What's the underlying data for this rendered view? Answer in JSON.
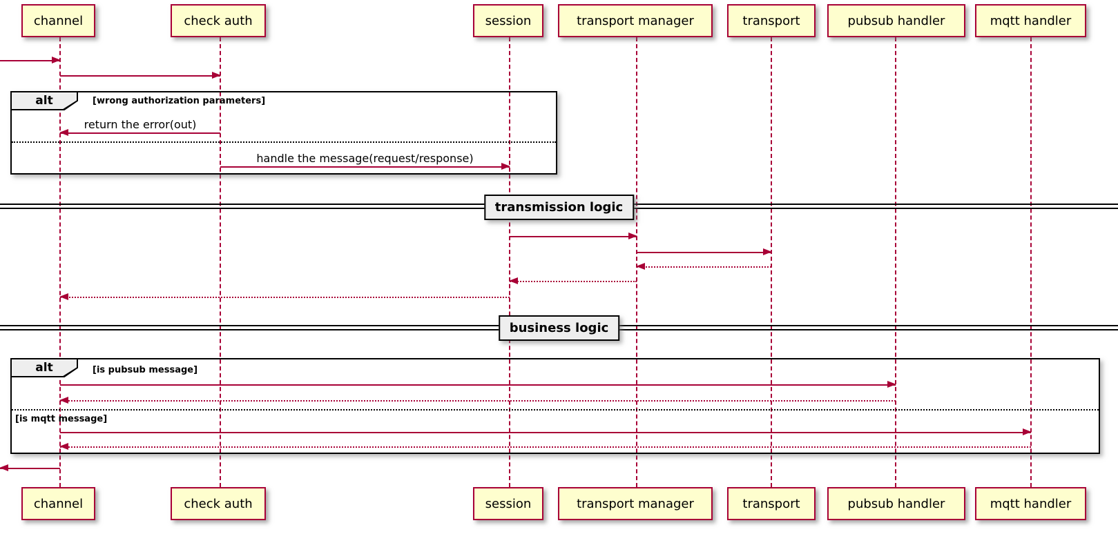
{
  "participants": [
    {
      "label": "channel"
    },
    {
      "label": "check auth"
    },
    {
      "label": "session"
    },
    {
      "label": "transport manager"
    },
    {
      "label": "transport"
    },
    {
      "label": "pubsub handler"
    },
    {
      "label": "mqtt handler"
    }
  ],
  "dividers": [
    {
      "label": "transmission logic"
    },
    {
      "label": "business logic"
    }
  ],
  "frames": [
    {
      "operator": "alt",
      "condition": "[wrong authorization parameters]"
    },
    {
      "operator": "alt",
      "condition": "[is pubsub message]",
      "else_condition": "[is mqtt message]"
    }
  ],
  "messages": [
    {
      "from": "",
      "to": "channel",
      "label": "",
      "line": "solid"
    },
    {
      "from": "channel",
      "to": "check auth",
      "label": "",
      "line": "solid"
    },
    {
      "from": "check auth",
      "to": "channel",
      "label": "return the error(out)",
      "line": "solid"
    },
    {
      "from": "check auth",
      "to": "session",
      "label": "handle the message(request/response)",
      "line": "solid"
    },
    {
      "from": "session",
      "to": "transport manager",
      "label": "",
      "line": "solid"
    },
    {
      "from": "transport manager",
      "to": "transport",
      "label": "",
      "line": "solid"
    },
    {
      "from": "transport",
      "to": "transport manager",
      "label": "",
      "line": "dotted"
    },
    {
      "from": "transport manager",
      "to": "session",
      "label": "",
      "line": "dotted"
    },
    {
      "from": "session",
      "to": "channel",
      "label": "",
      "line": "dotted"
    },
    {
      "from": "channel",
      "to": "pubsub handler",
      "label": "",
      "line": "solid"
    },
    {
      "from": "pubsub handler",
      "to": "channel",
      "label": "",
      "line": "dotted"
    },
    {
      "from": "channel",
      "to": "mqtt handler",
      "label": "",
      "line": "solid"
    },
    {
      "from": "mqtt handler",
      "to": "channel",
      "label": "",
      "line": "dotted"
    },
    {
      "from": "channel",
      "to": "",
      "label": "",
      "line": "solid"
    }
  ],
  "colors": {
    "participant_fill": "#FEFECE",
    "participant_border": "#A80036",
    "arrow": "#A80036",
    "lifeline": "#A80036",
    "frame_border": "#000000",
    "operator_fill": "#EEEEEE",
    "divider_label_fill": "#EEEEEE"
  }
}
